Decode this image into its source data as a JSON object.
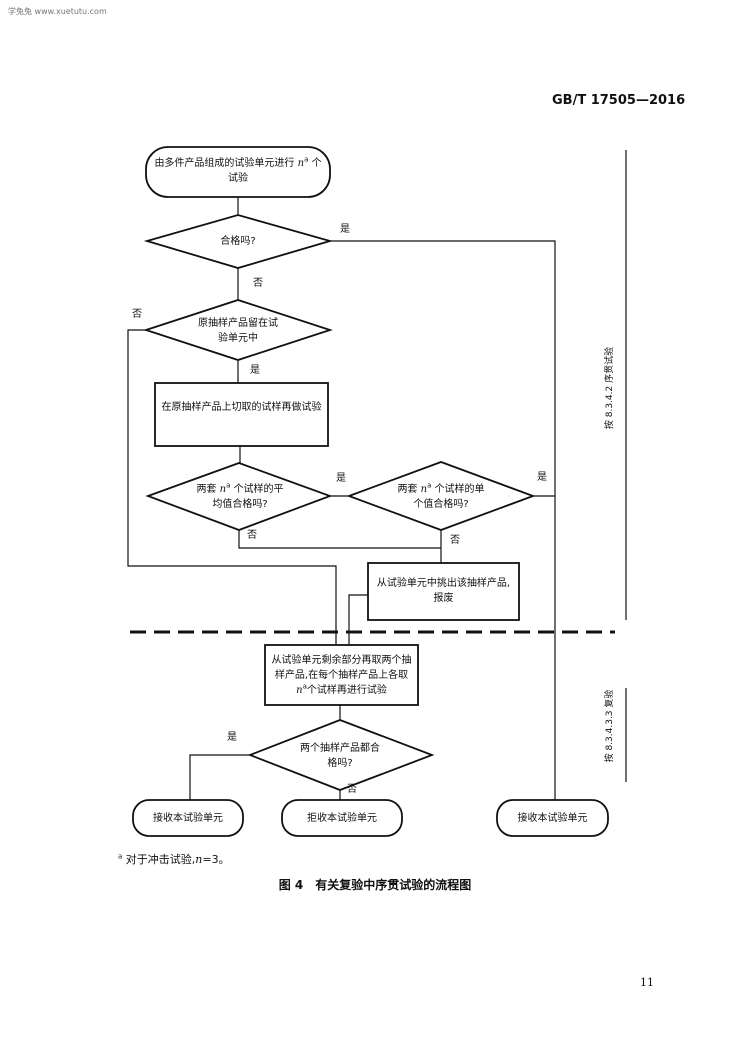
{
  "watermark": "学兔兔 www.xuetutu.com",
  "standard_code": "GB/T 17505—2016",
  "flowchart": {
    "start": {
      "line1_pre": "由多件产品组成的试验单元进行",
      "var": "n",
      "sup": "a",
      "line1_post": "个",
      "line2": "试验"
    },
    "q1": "合格吗?",
    "q2": {
      "line1": "原抽样产品留在试",
      "line2": "验单元中"
    },
    "retest": "在原抽样产品上切取的试样再做试验",
    "q3": {
      "pre": "两套",
      "var": "n",
      "sup": "a",
      "post": "个试样的平",
      "line2": "均值合格吗?"
    },
    "q4": {
      "pre": "两套",
      "var": "n",
      "sup": "a",
      "post": "个试样的单",
      "line2": "个值合格吗?"
    },
    "discard": {
      "line1": "从试验单元中挑出该抽样产品,",
      "line2": "报废"
    },
    "resample": {
      "line1": "从试验单元剩余部分再取两个抽",
      "line2": "样产品,在每个抽样产品上各取",
      "var": "n",
      "sup": "a",
      "line3_post": "个试样再进行试验"
    },
    "q5": {
      "line1": "两个抽样产品都合",
      "line2": "格吗?"
    },
    "accept_left": "接收本试验单元",
    "reject": "拒收本试验单元",
    "accept_right": "接收本试验单元",
    "labels": {
      "yes": "是",
      "no": "否"
    },
    "side": {
      "upper": "按 8.3.4.2 序贯试验",
      "lower": "按 8.3.4.3.3 复验"
    }
  },
  "footnote": {
    "mark": "a",
    "text": "对于冲击试验,",
    "var": "n",
    "eq": "=3。"
  },
  "caption": "图 4　有关复验中序贯试验的流程图",
  "page_number": "11"
}
